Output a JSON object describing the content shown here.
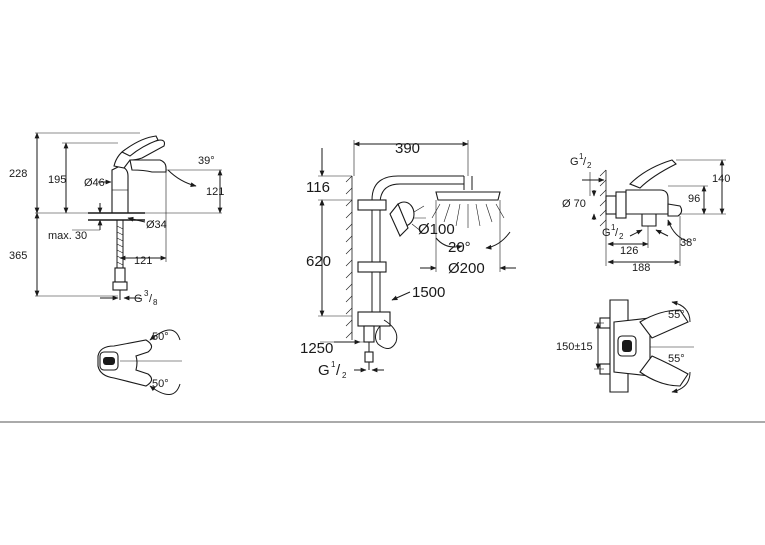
{
  "basin_mixer": {
    "side_view": {
      "height_total": "228",
      "height_spout": "195",
      "diameter_body": "Ø46",
      "angle_lever": "39°",
      "spout_reach_height": "121",
      "max_deck_thickness": "max. 30",
      "hole_diameter": "Ø34",
      "hose_length": "365",
      "projection": "121",
      "connection_main": "G",
      "connection_sup": "3",
      "connection_sub": "8"
    },
    "top_view": {
      "angle_top": "50°",
      "angle_bottom": "50°"
    }
  },
  "shower_system": {
    "arm_width": "390",
    "head_offset": "116",
    "rail_height": "620",
    "hand_shower_diameter": "Ø100",
    "tilt_angle": "20°",
    "head_diameter": "Ø200",
    "hose_length": "1500",
    "mount_height": "1250",
    "connection_main": "G",
    "connection_sup": "1",
    "connection_sub": "2"
  },
  "bath_mixer": {
    "side_view": {
      "connection_main": "G",
      "connection_sup": "1",
      "connection_sub": "2",
      "body_diameter": "Ø 70",
      "height_total": "140",
      "height_spout": "96",
      "lower_connection_main": "G",
      "lower_connection_sup": "1",
      "lower_connection_sub": "2",
      "reach_spout": "126",
      "angle_spout": "38°",
      "reach_total": "188"
    },
    "front_view": {
      "centres": "150±15",
      "angle_top": "55°",
      "angle_bottom": "55°"
    }
  },
  "colors": {
    "line": "#1a1a1a",
    "background": "#ffffff"
  }
}
